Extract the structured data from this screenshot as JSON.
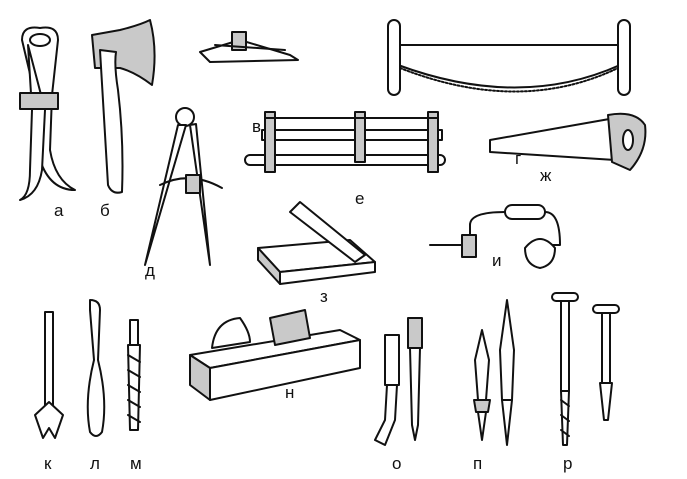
{
  "tools": [
    {
      "id": "a",
      "label": "а"
    },
    {
      "id": "b",
      "label": "б"
    },
    {
      "id": "v",
      "label": "в"
    },
    {
      "id": "g",
      "label": "г"
    },
    {
      "id": "d",
      "label": "д"
    },
    {
      "id": "e",
      "label": "е"
    },
    {
      "id": "zh",
      "label": "ж"
    },
    {
      "id": "z",
      "label": "з"
    },
    {
      "id": "i",
      "label": "и"
    },
    {
      "id": "k",
      "label": "к"
    },
    {
      "id": "l",
      "label": "л"
    },
    {
      "id": "m",
      "label": "м"
    },
    {
      "id": "n",
      "label": "н"
    },
    {
      "id": "o",
      "label": "о"
    },
    {
      "id": "p",
      "label": "п"
    },
    {
      "id": "r",
      "label": "р"
    }
  ]
}
